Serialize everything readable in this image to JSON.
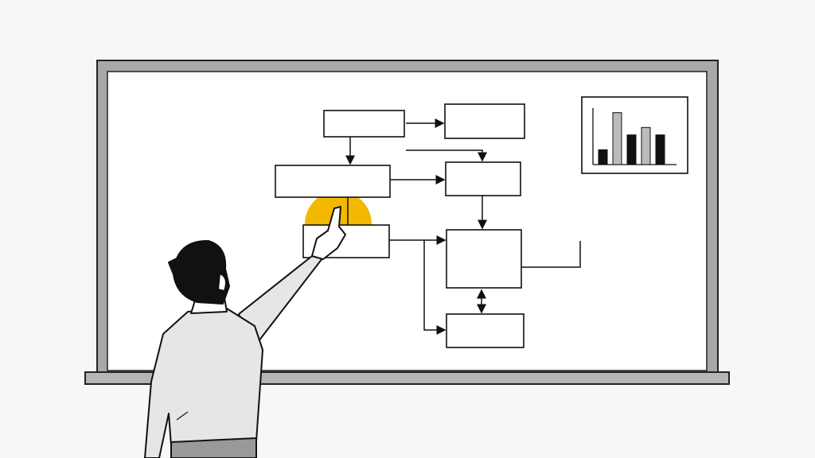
{
  "colors": {
    "background": "#f7f7f7",
    "board_frame": "#a8a8a8",
    "board_surface": "#ffffff",
    "ink": "#111111",
    "highlight": "#f5b800",
    "shirt": "#e6e6e6",
    "hair": "#111111"
  },
  "mini_chart": {
    "type": "bar",
    "values": [
      2,
      7,
      4,
      5,
      4
    ],
    "bar_colors": [
      "#111111",
      "#bbbbbb",
      "#111111",
      "#bbbbbb",
      "#111111"
    ]
  }
}
